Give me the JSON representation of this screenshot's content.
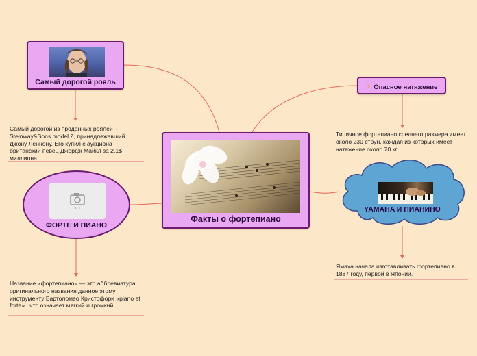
{
  "center": {
    "title": "Факты о фортепиано"
  },
  "top_left": {
    "title": "Самый дорогой рояль",
    "note": "Самый дорогой из проданных роялей – Steinway&Sons model Z, принадлежавший Джону Леннону. Его купил с аукциона британский певец Джордж Майкл за 2,1$ миллиона."
  },
  "top_right": {
    "icon": "lightning-icon",
    "title": "Опасное натяжение",
    "note": "Типичное фортепиано среднего размера имеет около 230 струн, каждая из которых имеет натяжение около 70 кг"
  },
  "left_ellipse": {
    "icon": "camera-icon",
    "title": "ФОРТЕ И ПИАНО",
    "note": "Название «фортепиано» — это аббревиатура оригинального названия данное этому инструменту Бартоломео Кристофори «piano et forte» , что означает мягкий и громкий."
  },
  "right_cloud": {
    "title": "YAMAHA И ПИАНИНО",
    "note": "Ямаха начала изготавливать фортепиано в 1887 году, первой в Японии."
  },
  "colors": {
    "background": "#fde7c9",
    "node_fill": "#eaa8f2",
    "node_border": "#6a1b6e",
    "cloud_fill": "#5fa5d4",
    "cloud_border": "#3a4a8a",
    "connector": "#e06a5a"
  }
}
